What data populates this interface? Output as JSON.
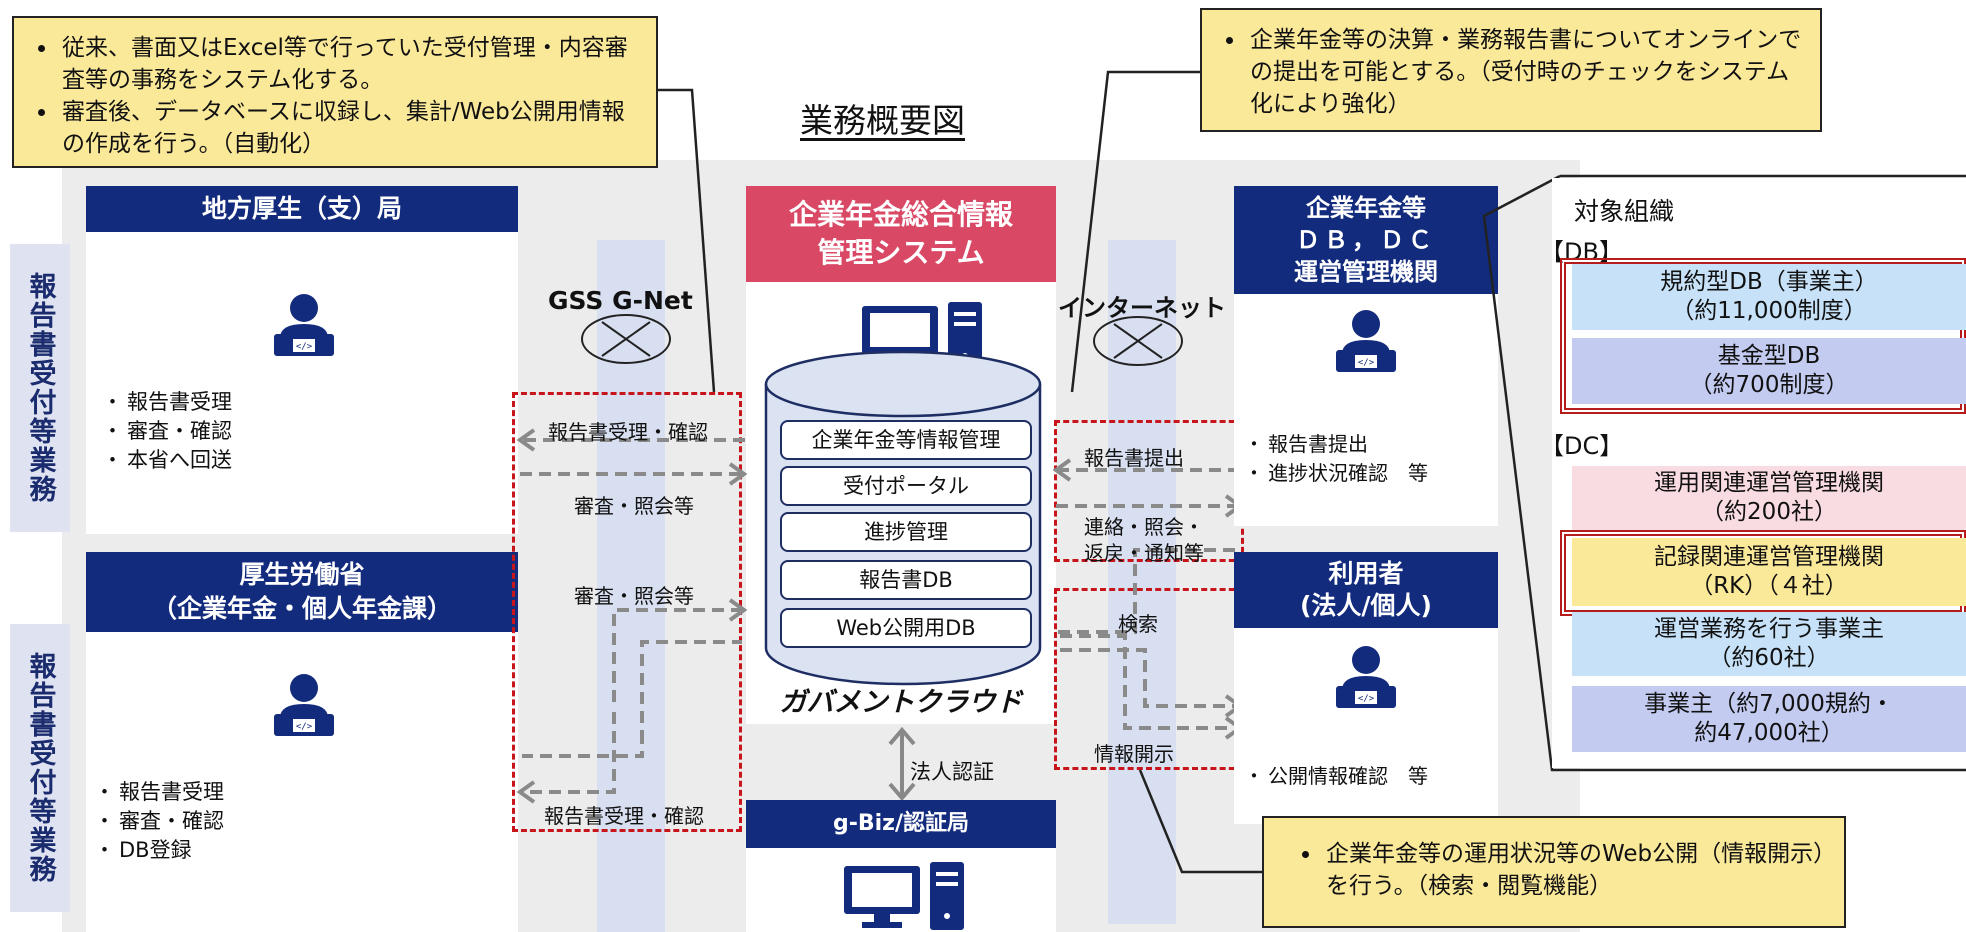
{
  "title": "業務概要図",
  "left_callout": [
    "従来、書面又はExcel等で行っていた受付管理・内容審査等の事務をシステム化する。",
    "審査後、データベースに収録し、集計/Web公開用情報の作成を行う。（自動化）"
  ],
  "top_right_callout": [
    "企業年金等の決算・業務報告書についてオンラインでの提出を可能とする。（受付時のチェックをシステム化により強化）"
  ],
  "bottom_right_callout": [
    "企業年金等の運用状況等のWeb公開（情報開示）を行う。（検索・閲覧機能）"
  ],
  "side_labels": [
    "報告書受付等業務",
    "報告書受付等業務"
  ],
  "regional_bureau": {
    "title": "地方厚生（支）局",
    "tasks": [
      "報告書受理",
      "審査・確認",
      "本省へ回送"
    ]
  },
  "ministry": {
    "title_line1": "厚生労働省",
    "title_line2": "（企業年金・個人年金課）",
    "tasks": [
      "報告書受理",
      "審査・確認",
      "DB登録"
    ]
  },
  "network_left": "GSS G-Net",
  "network_right": "インターネット",
  "system": {
    "title_line1": "企業年金総合情報",
    "title_line2": "管理システム",
    "modules": [
      "企業年金等情報管理",
      "受付ポータル",
      "進捗管理",
      "報告書DB",
      "Web公開用DB"
    ],
    "cloud": "ガバメントクラウド"
  },
  "gbiz": {
    "title": "g-Biz/認証局",
    "link_label": "法人認証"
  },
  "flows_left": {
    "top_receive": "報告書受理・確認",
    "top_review": "審査・照会等",
    "mid_review": "審査・照会等",
    "bottom_receive": "報告書受理・確認"
  },
  "flows_right": {
    "submit": "報告書提出",
    "contact_line1": "連絡・照会・",
    "contact_line2": "返戻・通知等",
    "search": "検索",
    "disclosure": "情報開示"
  },
  "pension_org": {
    "title_line1": "企業年金等",
    "title_line2": "ＤＢ，ＤＣ",
    "title_line3": "運営管理機関",
    "tasks": [
      "報告書提出",
      "進捗状況確認　等"
    ]
  },
  "users": {
    "title_line1": "利用者",
    "title_line2": "(法人/個人)",
    "tasks": [
      "公開情報確認　等"
    ]
  },
  "target_orgs": {
    "heading": "対象組織",
    "db_label": "【DB】",
    "dc_label": "【DC】",
    "db": [
      {
        "line1": "規約型DB（事業主）",
        "line2": "（約11,000制度）",
        "color": "#c7e2f8"
      },
      {
        "line1": "基金型DB",
        "line2": "（約700制度）",
        "color": "#c3cbf1"
      }
    ],
    "dc": [
      {
        "line1": "運用関連運営管理機関",
        "line2": "（約200社）",
        "color": "#f9dce2"
      },
      {
        "line1": "記録関連運営管理機関",
        "line2": "（RK）（４社）",
        "color": "#fbe99a"
      },
      {
        "line1": "運営業務を行う事業主",
        "line2": "（約60社）",
        "color": "#c7e2f8"
      },
      {
        "line1": "事業主（約7,000規約・",
        "line2": "約47,000社）",
        "color": "#c3cbf1"
      }
    ]
  },
  "colors": {
    "navy": "#132b7d",
    "system_red": "#d94966",
    "dash_red": "#c7151b",
    "callout_yellow": "#fbe99a"
  }
}
